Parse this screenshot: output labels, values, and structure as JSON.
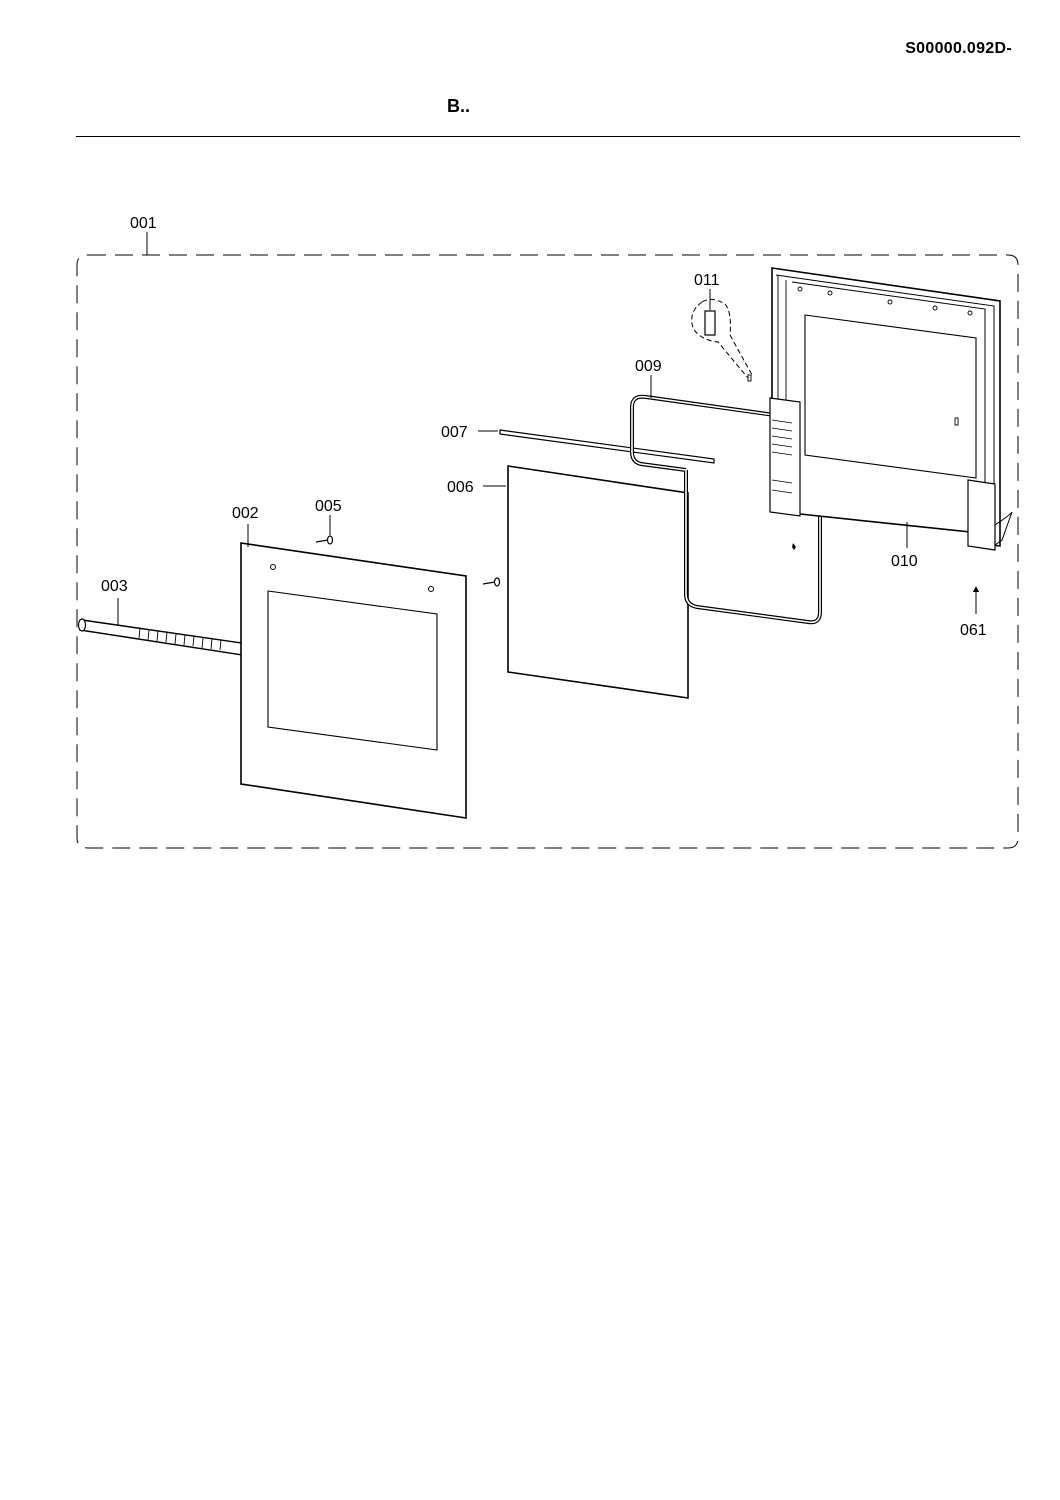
{
  "header": {
    "document_code": "S00000.092D-",
    "title": "B.."
  },
  "parts": [
    {
      "id": "001"
    },
    {
      "id": "002"
    },
    {
      "id": "003"
    },
    {
      "id": "005"
    },
    {
      "id": "006"
    },
    {
      "id": "007"
    },
    {
      "id": "009"
    },
    {
      "id": "010"
    },
    {
      "id": "011"
    },
    {
      "id": "061"
    }
  ]
}
